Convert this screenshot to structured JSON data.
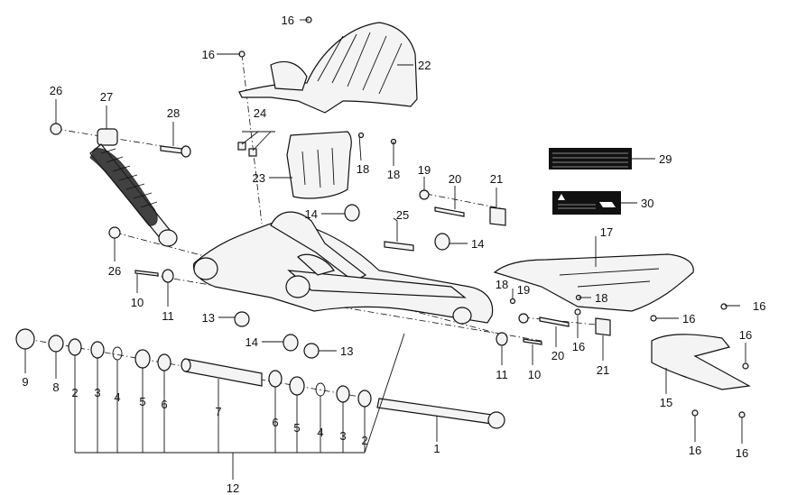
{
  "diagram": {
    "callouts": [
      {
        "id": "c16a",
        "text": "16"
      },
      {
        "id": "c16b",
        "text": "16"
      },
      {
        "id": "c22",
        "text": "22"
      },
      {
        "id": "c26a",
        "text": "26"
      },
      {
        "id": "c27",
        "text": "27"
      },
      {
        "id": "c28",
        "text": "28"
      },
      {
        "id": "c24",
        "text": "24"
      },
      {
        "id": "c18a",
        "text": "18"
      },
      {
        "id": "c18b",
        "text": "18"
      },
      {
        "id": "c23",
        "text": "23"
      },
      {
        "id": "c29",
        "text": "29"
      },
      {
        "id": "c19a",
        "text": "19"
      },
      {
        "id": "c20a",
        "text": "20"
      },
      {
        "id": "c21a",
        "text": "21"
      },
      {
        "id": "c30",
        "text": "30"
      },
      {
        "id": "c14a",
        "text": "14"
      },
      {
        "id": "c25",
        "text": "25"
      },
      {
        "id": "c14b",
        "text": "14"
      },
      {
        "id": "c17",
        "text": "17"
      },
      {
        "id": "c26b",
        "text": "26"
      },
      {
        "id": "c10a",
        "text": "10"
      },
      {
        "id": "c11a",
        "text": "11"
      },
      {
        "id": "c18c",
        "text": "18"
      },
      {
        "id": "c19b",
        "text": "19"
      },
      {
        "id": "c18d",
        "text": "18"
      },
      {
        "id": "c16c",
        "text": "16"
      },
      {
        "id": "c16d",
        "text": "16"
      },
      {
        "id": "c13a",
        "text": "13"
      },
      {
        "id": "c14c",
        "text": "14"
      },
      {
        "id": "c13b",
        "text": "13"
      },
      {
        "id": "c16e",
        "text": "16"
      },
      {
        "id": "c20b",
        "text": "20"
      },
      {
        "id": "c21b",
        "text": "21"
      },
      {
        "id": "c16f",
        "text": "16"
      },
      {
        "id": "c11b",
        "text": "11"
      },
      {
        "id": "c10b",
        "text": "10"
      },
      {
        "id": "c15",
        "text": "15"
      },
      {
        "id": "c9",
        "text": "9"
      },
      {
        "id": "c8",
        "text": "8"
      },
      {
        "id": "c2a",
        "text": "2"
      },
      {
        "id": "c3a",
        "text": "3"
      },
      {
        "id": "c4a",
        "text": "4"
      },
      {
        "id": "c5a",
        "text": "5"
      },
      {
        "id": "c6a",
        "text": "6"
      },
      {
        "id": "c7",
        "text": "7"
      },
      {
        "id": "c6b",
        "text": "6"
      },
      {
        "id": "c5b",
        "text": "5"
      },
      {
        "id": "c4b",
        "text": "4"
      },
      {
        "id": "c3b",
        "text": "3"
      },
      {
        "id": "c2b",
        "text": "2"
      },
      {
        "id": "c1",
        "text": "1"
      },
      {
        "id": "c16g",
        "text": "16"
      },
      {
        "id": "c16h",
        "text": "16"
      },
      {
        "id": "c12",
        "text": "12"
      }
    ]
  }
}
